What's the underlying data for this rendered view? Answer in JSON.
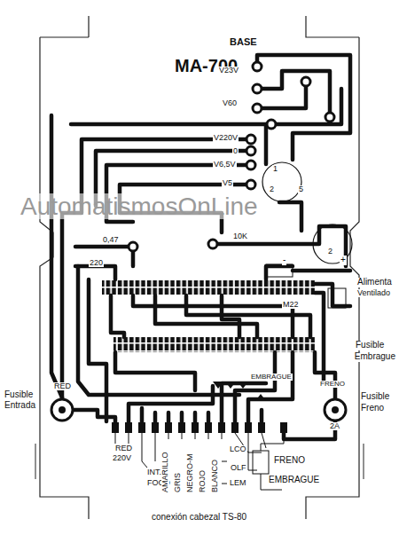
{
  "diagram": {
    "caption": "conexión cabezal TS-80",
    "labels": [
      "BASE",
      "MA-700",
      "V23V",
      "V60",
      "V220V",
      "0",
      "V6,5V",
      "V5",
      "1",
      "2",
      "5",
      "2",
      "0,47",
      "220",
      "10K",
      "-",
      "+",
      "Alimenta",
      "Ventilado",
      "M22",
      "Fusible",
      "Embrague",
      "EMBRAGUE",
      "FRENO",
      "RED",
      "Fusible",
      "Entrada",
      "Fusible",
      "Freno",
      "2A",
      "RED",
      "220V",
      "INT.",
      "FOCO",
      "AMARILLO",
      "GRIS",
      "NEGRO-M",
      "ROJO",
      "BLANCO",
      "LCO",
      "OLF",
      "LEM",
      "FRENO",
      "EMBRAGUE",
      "AutomatismosOnLine"
    ]
  }
}
